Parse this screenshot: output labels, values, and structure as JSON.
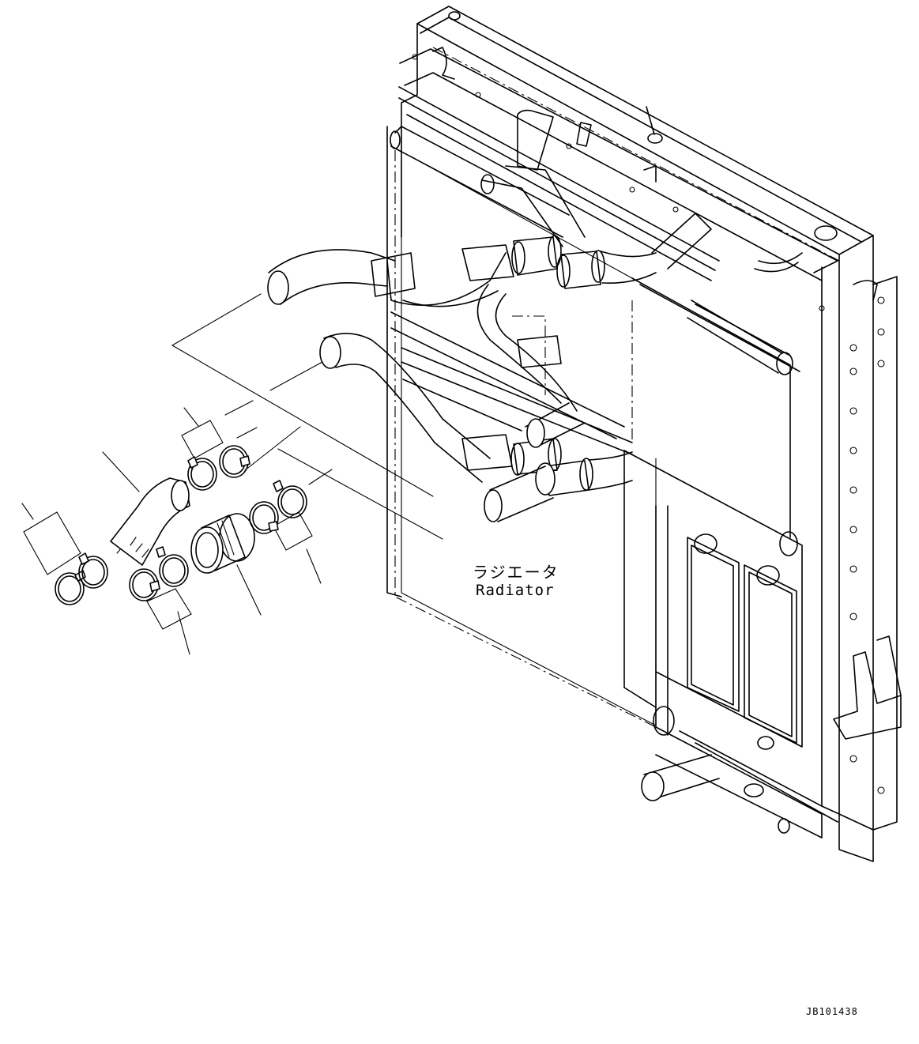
{
  "labels": {
    "radiator_jp": "ラジエータ",
    "radiator_en": "Radiator"
  },
  "drawing_id": "JB101438"
}
